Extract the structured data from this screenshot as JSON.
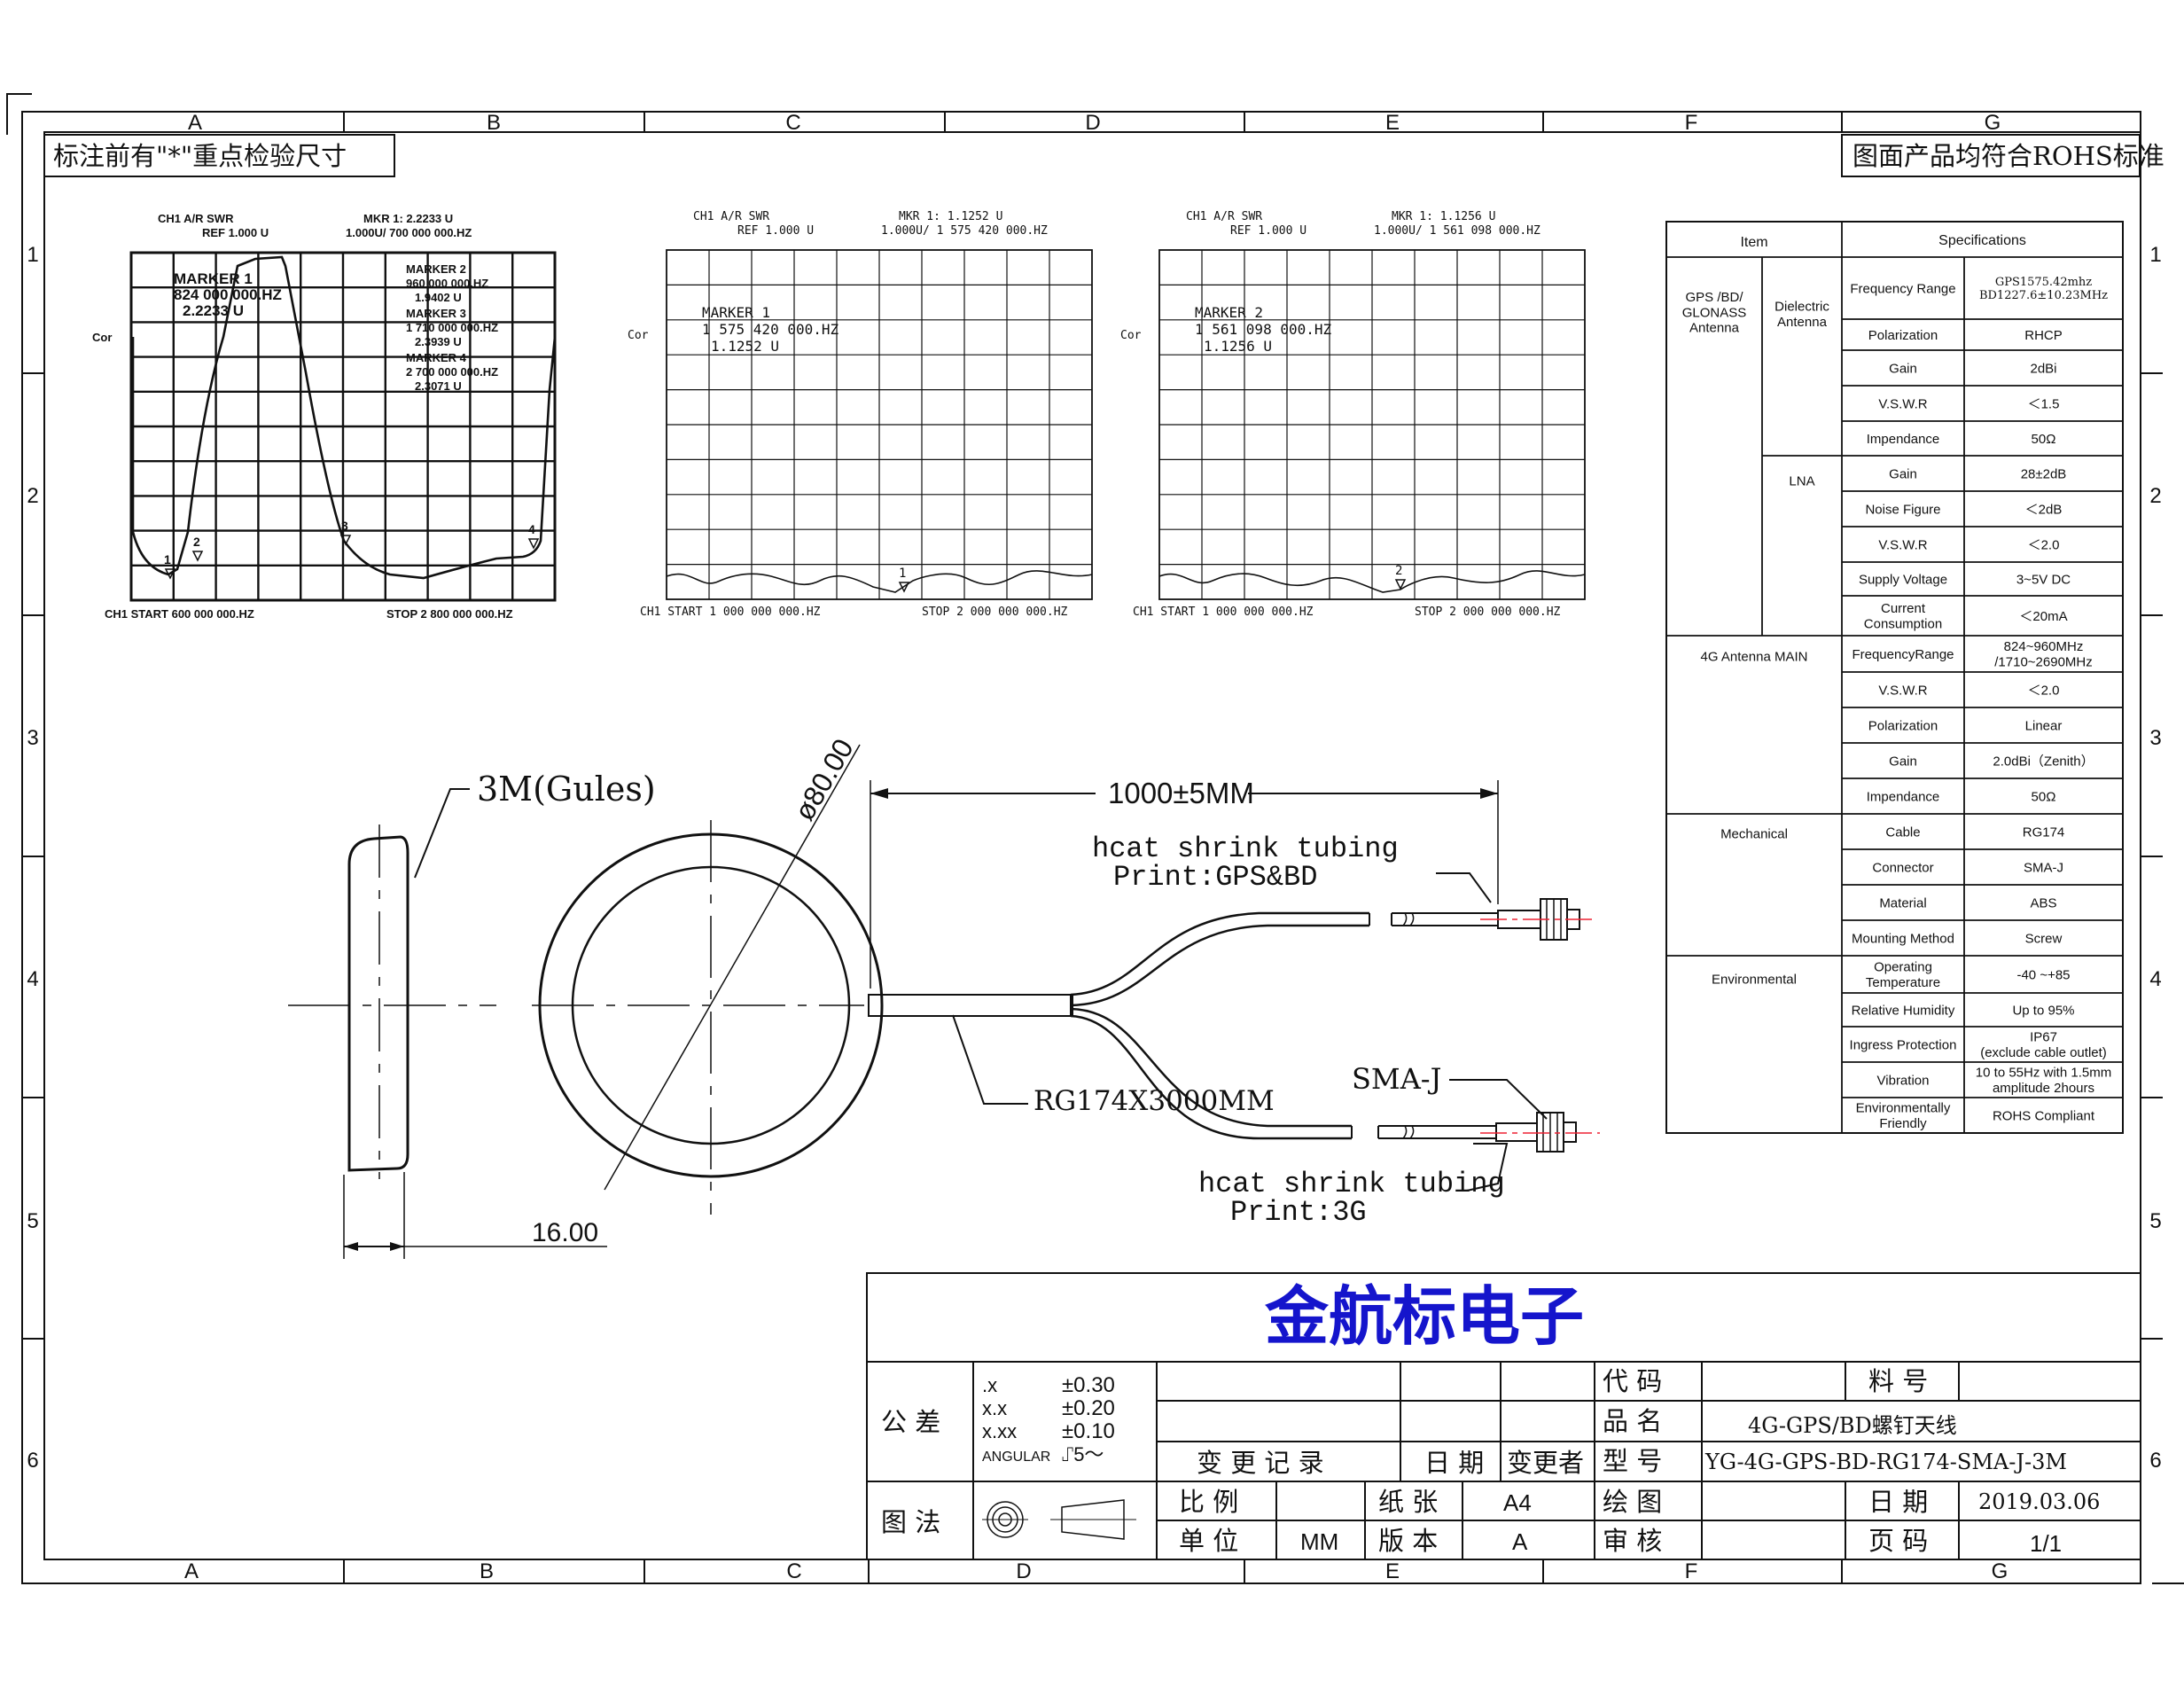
{
  "zones": {
    "cols": [
      "A",
      "B",
      "C",
      "D",
      "E",
      "F",
      "G"
    ],
    "rows": [
      "1",
      "2",
      "3",
      "4",
      "5",
      "6"
    ]
  },
  "notes": {
    "top_left": "标注前有\"*\"重点检验尺寸",
    "top_right": "图面产品均符合ROHS标准"
  },
  "vswr_plots": [
    {
      "header_l1": "CH1   A/R SWR",
      "header_l2": "REF 1.000 U",
      "mkr_l1": "MKR 1: 2.2233 U",
      "mkr_l2": "1.000U/      700 000 000.HZ",
      "side": "Cor",
      "markers": [
        {
          "l1": "MARKER   1",
          "l2": "824  000  000.HZ",
          "l3": "2.2233  U"
        },
        {
          "l1": "MARKER   2",
          "l2": "960  000  000.HZ",
          "l3": "1.9402  U"
        },
        {
          "l1": "MARKER   3",
          "l2": "1  710  000  000.HZ",
          "l3": "2.3939  U"
        },
        {
          "l1": "MARKER   4",
          "l2": "2  700  000  000.HZ",
          "l3": "2.3071  U"
        }
      ],
      "footer_start": "CH1  START  600  000  000.HZ",
      "footer_stop": "STOP  2  800  000  000.HZ",
      "point_labels": [
        "1",
        "2",
        "3",
        "4"
      ]
    },
    {
      "header_l1": "CH1   A/R SWR",
      "header_l2": "REF 1.000 U",
      "mkr_l1": "MKR 1: 1.1252 U",
      "mkr_l2": "1.000U/      1  575  420  000.HZ",
      "side": "Cor",
      "markers": [
        {
          "l1": "MARKER   1",
          "l2": "1  575  420  000.HZ",
          "l3": "1.1252  U"
        }
      ],
      "footer_start": "CH1  START  1  000  000  000.HZ",
      "footer_stop": "STOP  2  000  000  000.HZ",
      "point_labels": [
        "1"
      ]
    },
    {
      "header_l1": "CH1   A/R SWR",
      "header_l2": "REF 1.000 U",
      "mkr_l1": "MKR 1: 1.1256 U",
      "mkr_l2": "1.000U/      1  561  098  000.HZ",
      "side": "Cor",
      "markers": [
        {
          "l1": "MARKER   2",
          "l2": "1  561  098  000.HZ",
          "l3": "1.1256  U"
        }
      ],
      "footer_start": "CH1  START  1  000  000  000.HZ",
      "footer_stop": "STOP  2  000  000  000.HZ",
      "point_labels": [
        "2"
      ]
    }
  ],
  "drawing": {
    "adhesive_label": "3M(Gules)",
    "diameter_label": "ø80.00",
    "cable_length_label": "1000±5MM",
    "shrink_top_l1": "hcat  shrink  tubing",
    "shrink_top_l2": "Print:GPS&BD",
    "cable_label": "RG174X3000MM",
    "sma_label": "SMA-J",
    "shrink_bot_l1": "hcat  shrink  tubing",
    "shrink_bot_l2": "Print:3G",
    "thickness_label": "16.00"
  },
  "spec_table": {
    "head_item": "Item",
    "head_spec": "Specifications",
    "groups": {
      "gps": "GPS /BD/\nGLONASS\nAntenna",
      "dielectric": "Dielectric\nAntenna",
      "lna": "LNA",
      "g4": "4G Antenna MAIN",
      "mech": "Mechanical",
      "env": "Environmental"
    },
    "rows": [
      {
        "name": "Frequency Range",
        "value": "GPS1575.42mhz\nBD1227.6±10.23MHz",
        "serif": true
      },
      {
        "name": "Polarization",
        "value": "RHCP"
      },
      {
        "name": "Gain",
        "value": "2dBi"
      },
      {
        "name": "V.S.W.R",
        "value": "＜1.5"
      },
      {
        "name": "Impendance",
        "value": "50Ω"
      },
      {
        "name": "Gain",
        "value": "28±2dB"
      },
      {
        "name": "Noise Figure",
        "value": "＜2dB"
      },
      {
        "name": "V.S.W.R",
        "value": "＜2.0"
      },
      {
        "name": "Supply Voltage",
        "value": "3~5V DC"
      },
      {
        "name": "Current\nConsumption",
        "value": "＜20mA"
      },
      {
        "name": "FrequencyRange",
        "value": "824~960MHz\n/1710~2690MHz"
      },
      {
        "name": "V.S.W.R",
        "value": "＜2.0"
      },
      {
        "name": "Polarization",
        "value": "Linear"
      },
      {
        "name": "Gain",
        "value": "2.0dBi（Zenith）"
      },
      {
        "name": "Impendance",
        "value": "50Ω"
      },
      {
        "name": "Cable",
        "value": "RG174"
      },
      {
        "name": "Connector",
        "value": "SMA-J"
      },
      {
        "name": "Material",
        "value": "ABS"
      },
      {
        "name": "Mounting Method",
        "value": "Screw"
      },
      {
        "name": "Operating\nTemperature",
        "value": "-40   ~+85"
      },
      {
        "name": "Relative Humidity",
        "value": "Up to 95%"
      },
      {
        "name": "Ingress Protection",
        "value": "IP67\n(exclude cable outlet)"
      },
      {
        "name": "Vibration",
        "value": "10 to 55Hz with 1.5mm\namplitude 2hours"
      },
      {
        "name": "Environmentally\nFriendly",
        "value": "ROHS Compliant"
      }
    ]
  },
  "title_block": {
    "company": "金航标电子",
    "tolerance_label": "公 差",
    "tol": [
      {
        "k": ".x",
        "v": "±0.30"
      },
      {
        "k": "x.x",
        "v": "±0.20"
      },
      {
        "k": "x.xx",
        "v": "±0.10"
      }
    ],
    "angular_label": "ANGULAR",
    "angular_value": "⑀5〜",
    "change_record": "变  更  记  录",
    "date_label": "日 期",
    "changer_label": "变更者",
    "code_label": "代   码",
    "material_no_label": "料   号",
    "product_name_label": "品   名",
    "product_name_value": "4G-GPS/BD螺钉天线",
    "model_label": "型   号",
    "model_value": "YG-4G-GPS-BD-RG174-SMA-J-3M",
    "projection_label": "图 法",
    "scale_label": "比  例",
    "paper_label": "纸  张",
    "paper_value": "A4",
    "drawn_label": "绘   图",
    "date2_label": "日   期",
    "date2_value": "2019.03.06",
    "unit_label": "单  位",
    "unit_value": "MM",
    "version_label": "版  本",
    "version_value": "A",
    "review_label": "审   核",
    "page_label": "页   码",
    "page_value": "1/1"
  }
}
